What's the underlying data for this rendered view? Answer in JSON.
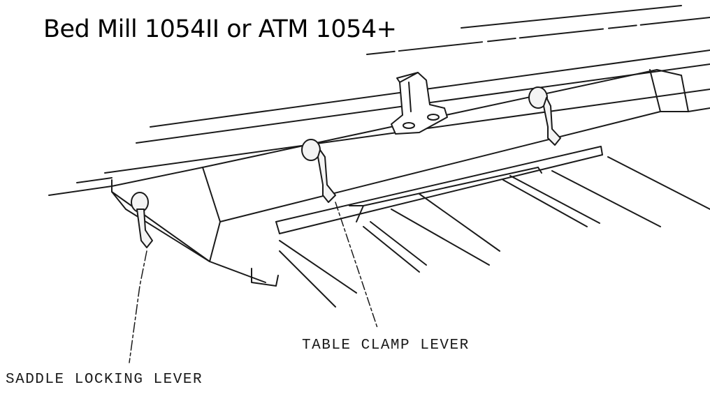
{
  "title": "Bed Mill 1054II or ATM 1054+",
  "labels": {
    "table_clamp_lever": "TABLE CLAMP LEVER",
    "saddle_locking_lever": "SADDLE LOCKING LEVER"
  },
  "colors": {
    "background": "#ffffff",
    "ink": "#1a1a1a",
    "lever_fill": "#f4f4f4"
  }
}
